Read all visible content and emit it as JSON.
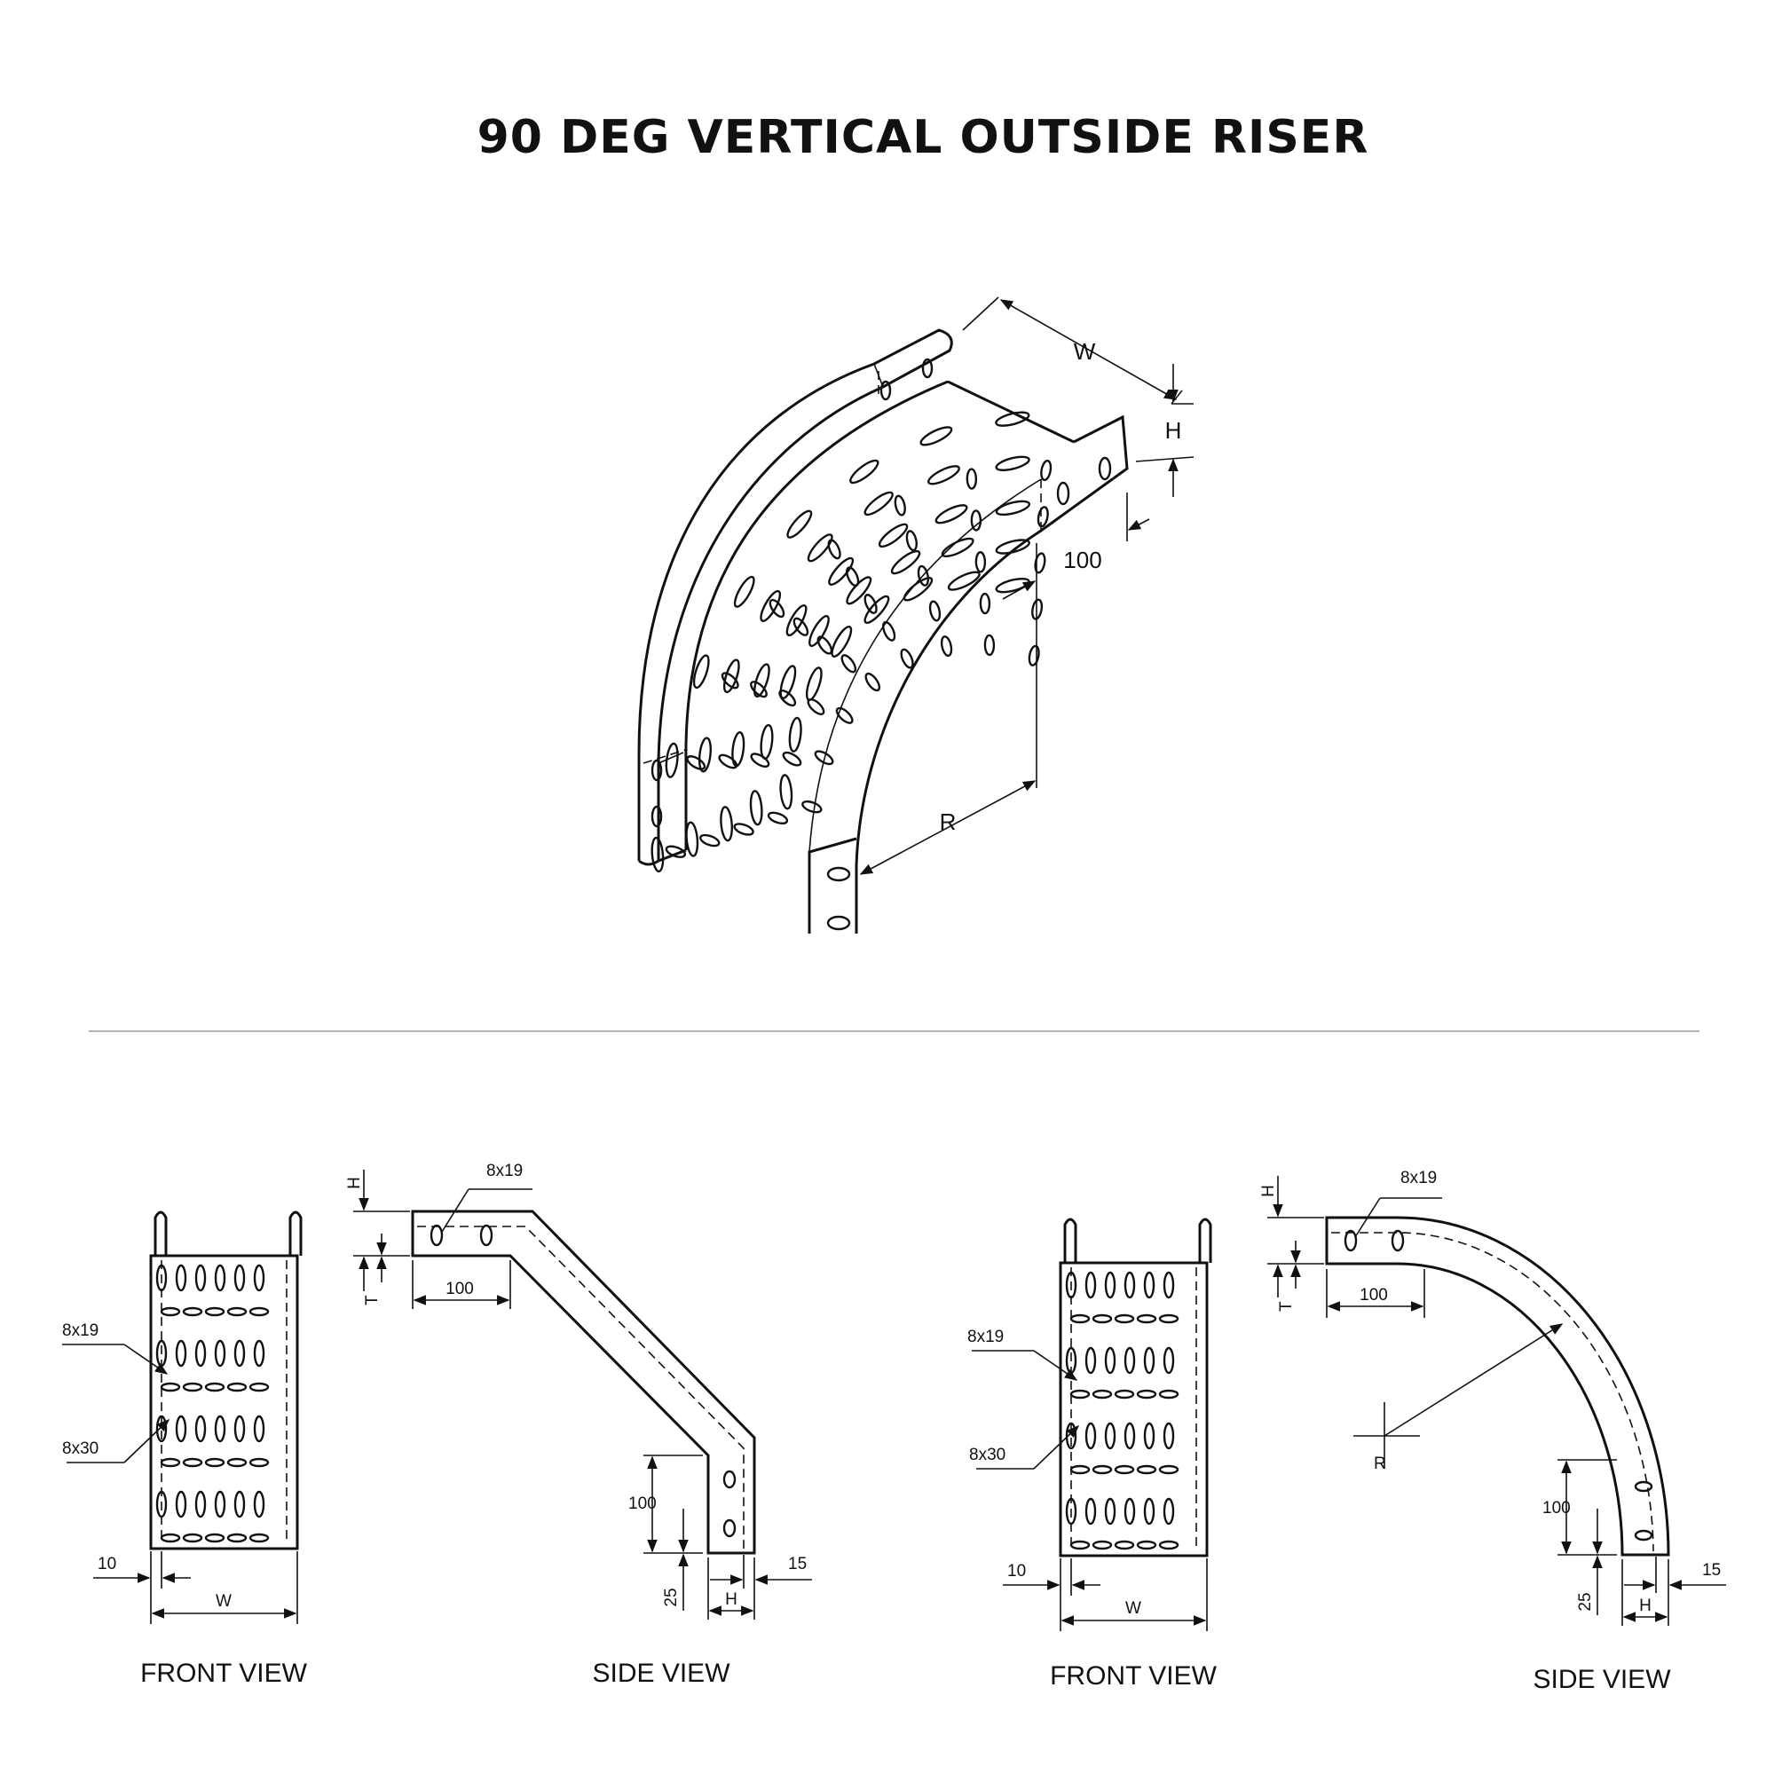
{
  "title": "90 DEG VERTICAL OUTSIDE RISER",
  "iso": {
    "w": "W",
    "h": "H",
    "len": "100",
    "r": "R"
  },
  "left": {
    "front": {
      "caption": "FRONT VIEW",
      "hole1": "8x19",
      "hole2": "8x30",
      "edge": "10",
      "w": "W"
    },
    "side": {
      "caption": "SIDE VIEW",
      "hole": "8x19",
      "h": "H",
      "t": "T",
      "len_top": "100",
      "len_bottom": "100",
      "d25": "25",
      "d15": "15",
      "hb": "H"
    }
  },
  "right": {
    "front": {
      "caption": "FRONT VIEW",
      "hole1": "8x19",
      "hole2": "8x30",
      "edge": "10",
      "w": "W"
    },
    "side": {
      "caption": "SIDE VIEW",
      "hole": "8x19",
      "h": "H",
      "t": "T",
      "len_top": "100",
      "len_bottom": "100",
      "d25": "25",
      "d15": "15",
      "hb": "H",
      "r": "R"
    }
  }
}
